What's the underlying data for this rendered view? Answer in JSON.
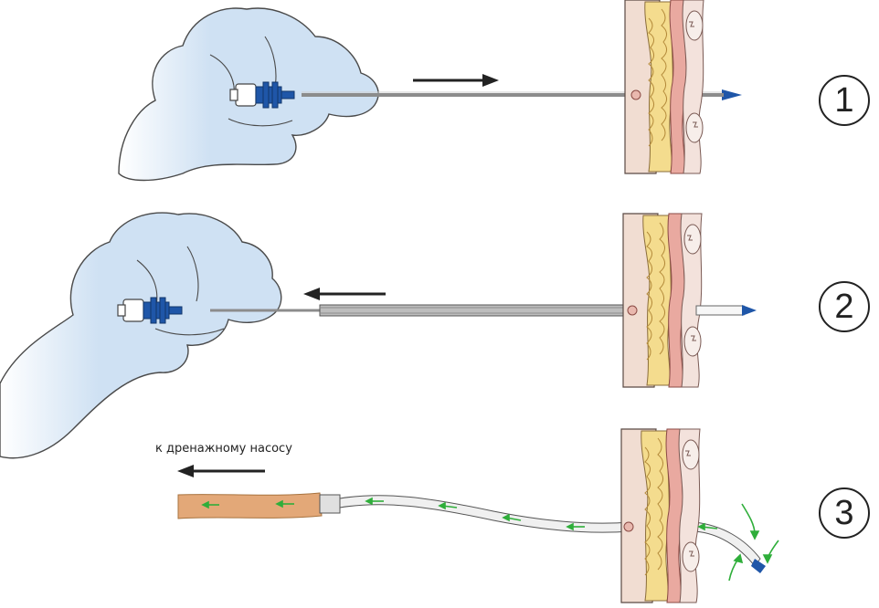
{
  "steps": [
    {
      "number": "1"
    },
    {
      "number": "2"
    },
    {
      "number": "3"
    }
  ],
  "caption": "к дренажному насосу",
  "colors": {
    "glove": "#cfe1f3",
    "glove_outline": "#4a4a4a",
    "hub_blue": "#1f56a8",
    "skin": "#f1ddd2",
    "fat": "#f4dc8e",
    "muscle": "#e9a9a0",
    "needle": "#8c8c8c",
    "tube": "#f0f0f0",
    "drain_tube": "#e3a878",
    "flow_arrow": "#2fae3a",
    "arrow": "#222222"
  }
}
